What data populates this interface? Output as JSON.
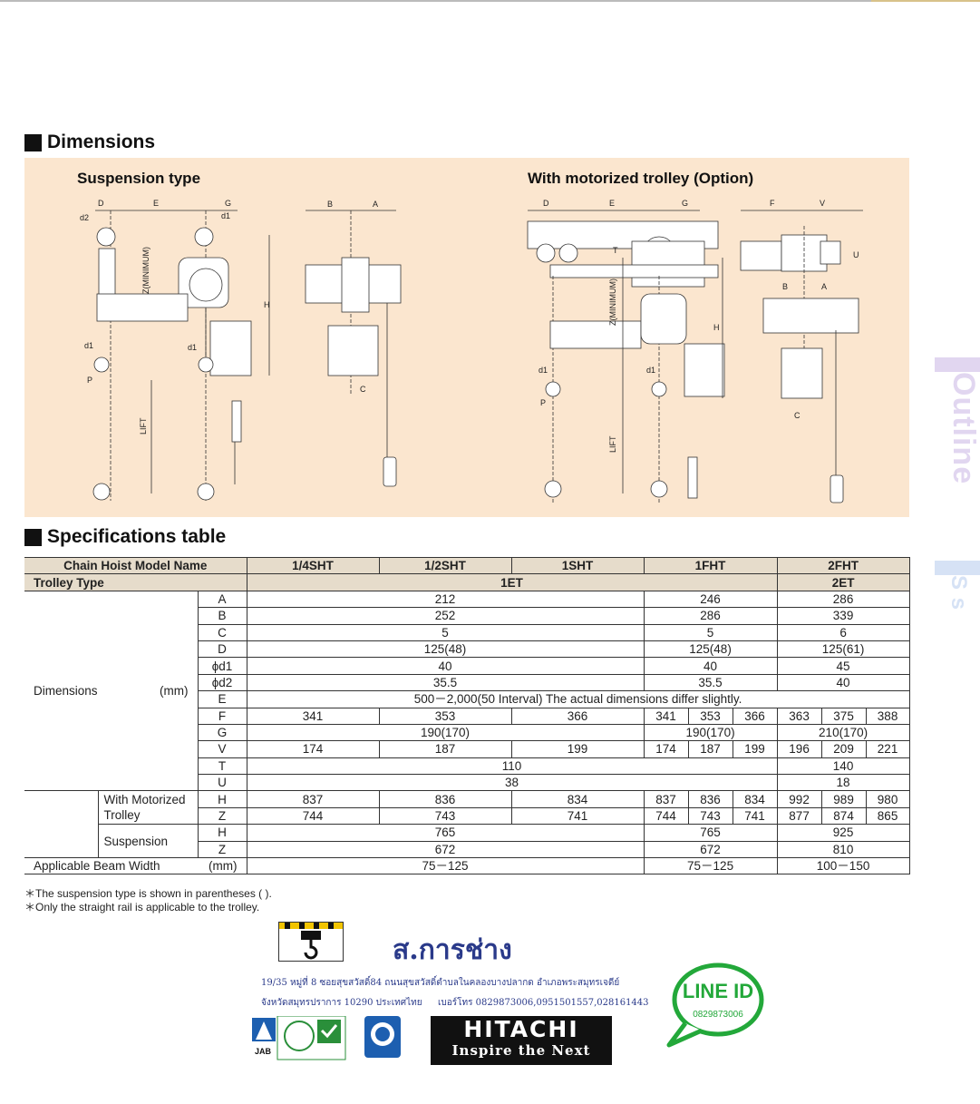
{
  "sections": {
    "dimensions": "Dimensions",
    "specifications": "Specifications table"
  },
  "panel": {
    "suspension_title": "Suspension type",
    "trolley_title": "With motorized trolley (Option)"
  },
  "drawing_labels": {
    "D": "D",
    "E": "E",
    "G": "G",
    "B": "B",
    "A": "A",
    "F": "F",
    "V": "V",
    "T": "T",
    "U": "U",
    "H": "H",
    "C": "C",
    "P": "P",
    "d1": "d1",
    "d2": "d2",
    "lift": "LIFT",
    "zmin": "Z(MINIMUM)"
  },
  "side_tabs": {
    "outline": "Outline",
    "ss": "S s"
  },
  "table": {
    "header": {
      "model_label": "Chain Hoist Model Name",
      "models": [
        "1/4SHT",
        "1/2SHT",
        "1SHT",
        "1FHT",
        "2FHT"
      ]
    },
    "trolley": {
      "label": "Trolley Type",
      "et1": "1ET",
      "et2": "2ET"
    },
    "dims_label": "Dimensions",
    "dims_unit": "(mm)",
    "rows": {
      "A": {
        "k": "A",
        "v1": "212",
        "v2": "246",
        "v3": "286"
      },
      "B": {
        "k": "B",
        "v1": "252",
        "v2": "286",
        "v3": "339"
      },
      "C": {
        "k": "C",
        "v1": "5",
        "v2": "5",
        "v3": "6"
      },
      "D": {
        "k": "D",
        "v1": "125(48)",
        "v2": "125(48)",
        "v3": "125(61)"
      },
      "d1": {
        "k": "ϕd1",
        "v1": "40",
        "v2": "40",
        "v3": "45"
      },
      "d2": {
        "k": "ϕd2",
        "v1": "35.5",
        "v2": "35.5",
        "v3": "40"
      },
      "E": {
        "k": "E",
        "v": "500－2,000(50 Interval)  The actual dimensions differ slightly."
      },
      "F": {
        "k": "F",
        "vals": [
          "341",
          "353",
          "366",
          "341",
          "353",
          "366",
          "363",
          "375",
          "388"
        ]
      },
      "G": {
        "k": "G",
        "v1": "190(170)",
        "v2": "190(170)",
        "v3": "210(170)"
      },
      "V": {
        "k": "V",
        "vals": [
          "174",
          "187",
          "199",
          "174",
          "187",
          "199",
          "196",
          "209",
          "221"
        ]
      },
      "T": {
        "k": "T",
        "v1": "110",
        "v3": "140"
      },
      "U": {
        "k": "U",
        "v1": "38",
        "v3": "18"
      }
    },
    "motor_label": "With Motorized Trolley",
    "motor_H": {
      "k": "H",
      "vals": [
        "837",
        "836",
        "834",
        "837",
        "836",
        "834",
        "992",
        "989",
        "980"
      ]
    },
    "motor_Z": {
      "k": "Z",
      "vals": [
        "744",
        "743",
        "741",
        "744",
        "743",
        "741",
        "877",
        "874",
        "865"
      ]
    },
    "susp_label": "Suspension",
    "susp_H": {
      "k": "H",
      "v1": "765",
      "v2": "765",
      "v3": "925"
    },
    "susp_Z": {
      "k": "Z",
      "v1": "672",
      "v2": "672",
      "v3": "810"
    },
    "beam": {
      "label": "Applicable Beam Width",
      "unit": "(mm)",
      "v1": "75－125",
      "v2": "75－125",
      "v3": "100－150"
    }
  },
  "notes": [
    "＊The suspension type is shown in parentheses ( ).",
    "＊Only the straight rail is applicable to the trolley."
  ],
  "footer": {
    "company": "ส.การช่าง",
    "address1": "19/35 หมู่ที่ 8 ซอยสุขสวัสดิ์84 ถนนสุขสวัสดิ์ตำบลในคลองบางปลากด อำเภอพระสมุทรเจดีย์",
    "address2": "จังหวัดสมุทรปราการ 10290 ประเทศไทย",
    "phone": "เบอร์โทร 0829873006,0951501557,028161443",
    "brand": "HITACHI",
    "slogan": "Inspire the Next",
    "line_title": "LINE ID",
    "line_number": "0829873006",
    "cert_mark": "JAB"
  },
  "colors": {
    "panel_bg": "#fbe6cf",
    "header_bg": "#e6dccb",
    "tab_outline": "#e1d6f0",
    "tab_ss": "#d6e2f5",
    "line_green": "#23a83a",
    "brand_navy": "#2a3a8a"
  }
}
